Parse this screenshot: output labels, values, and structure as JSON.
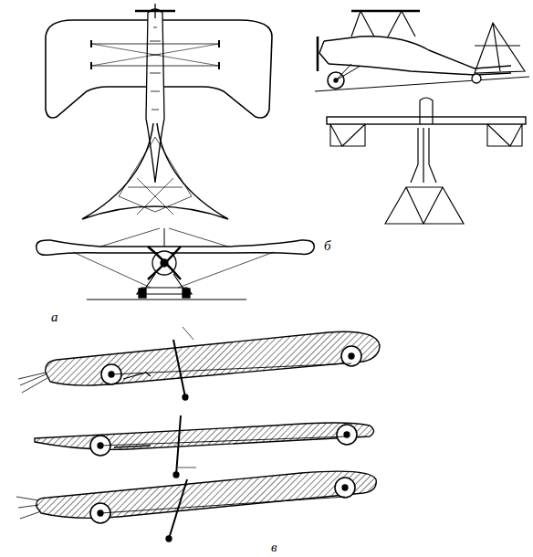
{
  "diagram": {
    "labels": [
      "б",
      "а",
      "в"
    ]
  }
}
